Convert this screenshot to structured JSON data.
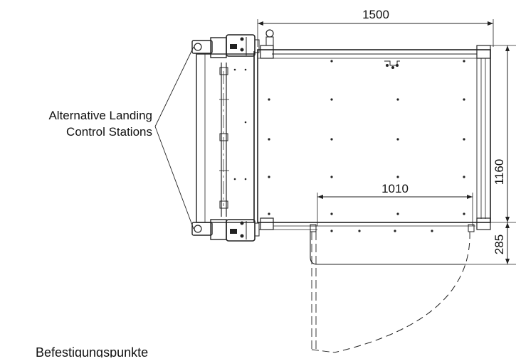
{
  "dimensions": {
    "width": "1500",
    "depth": "1160",
    "door_width": "1010",
    "door_projection": "285"
  },
  "labels": {
    "stations_line1": "Alternative Landing",
    "stations_line2": "Control Stations",
    "bottom_text": "Befestigungspunkte"
  }
}
